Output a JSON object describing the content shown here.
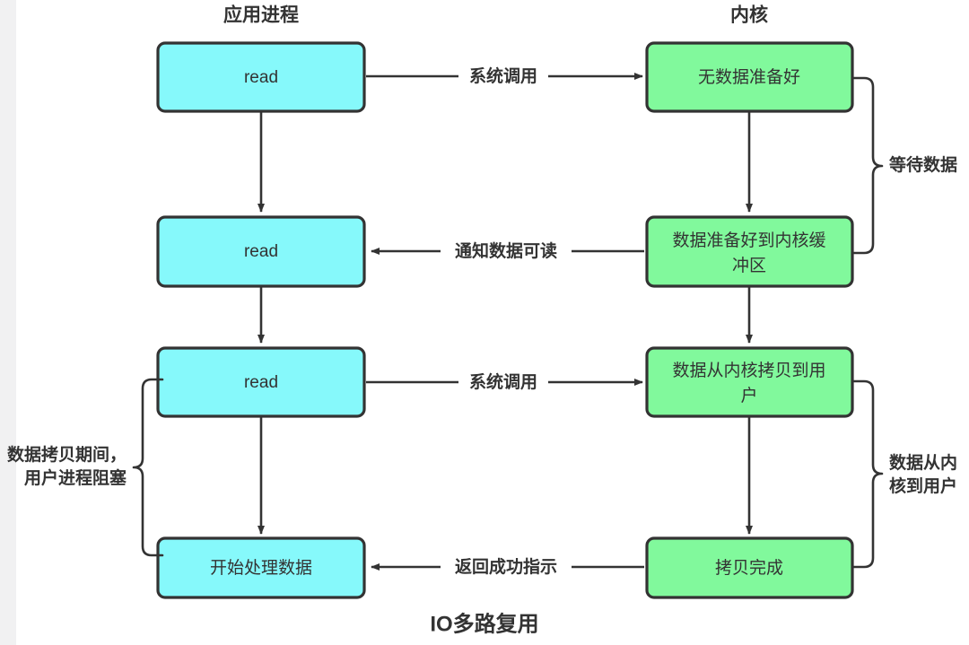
{
  "figure": {
    "title": "IO多路复用",
    "columns": {
      "left_header": "应用进程",
      "right_header": "内核"
    }
  },
  "nodes": {
    "app": [
      {
        "id": "app-read-1",
        "label": "read"
      },
      {
        "id": "app-read-2",
        "label": "read"
      },
      {
        "id": "app-read-3",
        "label": "read"
      },
      {
        "id": "app-process",
        "label": "开始处理数据"
      }
    ],
    "kernel": [
      {
        "id": "kernel-no-data",
        "label": "无数据准备好"
      },
      {
        "id": "kernel-data-ready",
        "label_line1": "数据准备好到内核缓",
        "label_line2": "冲区"
      },
      {
        "id": "kernel-copy",
        "label_line1": "数据从内核拷贝到用",
        "label_line2": "户"
      },
      {
        "id": "kernel-copy-done",
        "label": "拷贝完成"
      }
    ]
  },
  "edges": [
    {
      "id": "edge-syscall-1",
      "label": "系统调用",
      "direction": "right"
    },
    {
      "id": "edge-notify",
      "label": "通知数据可读",
      "direction": "left"
    },
    {
      "id": "edge-syscall-2",
      "label": "系统调用",
      "direction": "right"
    },
    {
      "id": "edge-return-ok",
      "label": "返回成功指示",
      "direction": "left"
    }
  ],
  "braces": {
    "right_top": {
      "id": "brace-wait-data",
      "label": "等待数据"
    },
    "right_bottom": {
      "id": "brace-kernel-to-user",
      "label_line1": "数据从内",
      "label_line2": "核到用户"
    },
    "left": {
      "id": "brace-blocked",
      "label_line1": "数据拷贝期间，",
      "label_line2": "用户进程阻塞"
    }
  },
  "colors": {
    "app_node_fill": "#86f9fb",
    "kernel_node_fill": "#81f99c",
    "stroke": "#333333",
    "background": "#ffffff",
    "left_strip": "#f1f1f2"
  }
}
